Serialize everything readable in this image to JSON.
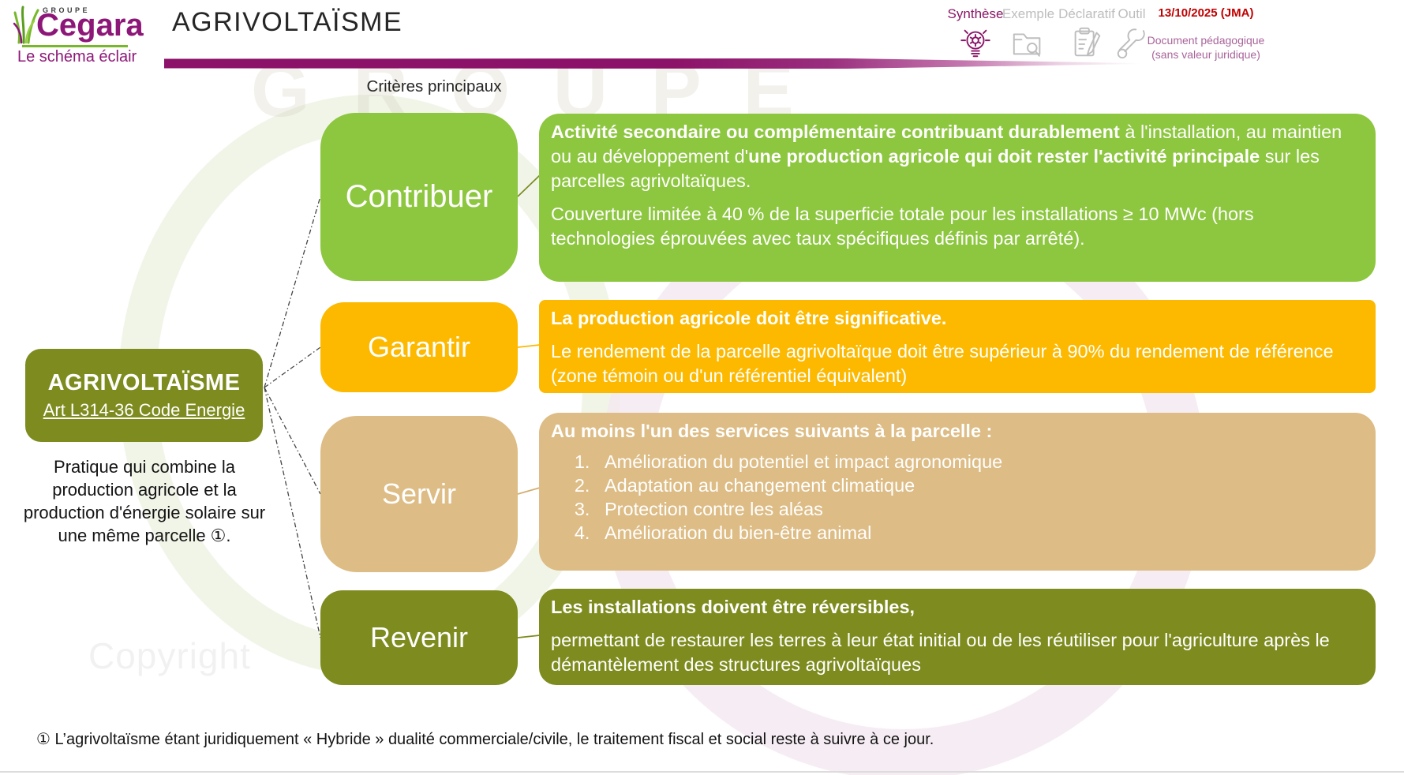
{
  "header": {
    "logo": {
      "group_label": "GROUPE",
      "brand": "Cegara",
      "tagline": "Le schéma éclair"
    },
    "title": "AGRIVOLTAÏSME",
    "nav": [
      {
        "label": "Synthèse",
        "active": true
      },
      {
        "label": "Exemple",
        "active": false
      },
      {
        "label": "Déclaratif",
        "active": false
      },
      {
        "label": "Outil",
        "active": false
      }
    ],
    "date": "13/10/2025 (JMA)",
    "doc_note": [
      "Document pédagogique",
      "(sans valeur juridique)"
    ]
  },
  "diagram": {
    "criteria_label": "Critères principaux",
    "root": {
      "title": "AGRIVOLTAÏSME",
      "subtitle": "Art L314-36 Code Energie",
      "description": "Pratique qui combine la production agricole et la production d'énergie solaire sur une même parcelle ①."
    },
    "criteria": [
      {
        "label": "Contribuer",
        "color": "#8dc63f",
        "connector_color": "#7a8b21",
        "panel": {
          "paragraphs": [
            [
              {
                "t": "Activité secondaire ou complémentaire contribuant durablement",
                "b": true
              },
              {
                "t": " à l'installation, au maintien ou au développement d'",
                "b": false
              },
              {
                "t": "une production agricole qui doit rester l'activité principale",
                "b": true
              },
              {
                "t": " sur les parcelles agrivoltaïques.",
                "b": false
              }
            ],
            [
              {
                "t": "Couverture limitée à 40 % de la superficie totale pour les installations ≥ 10 MWc (hors technologies éprouvées avec taux spécifiques définis par arrêté).",
                "b": false
              }
            ]
          ]
        }
      },
      {
        "label": "Garantir",
        "color": "#fcb900",
        "connector_color": "#fcb900",
        "panel": {
          "paragraphs": [
            [
              {
                "t": "La production agricole doit être significative.",
                "b": true
              }
            ],
            [
              {
                "t": "Le rendement de la parcelle agrivoltaïque doit être supérieur à 90% du rendement de référence (zone témoin ou d'un référentiel équivalent)",
                "b": false
              }
            ]
          ]
        }
      },
      {
        "label": "Servir",
        "color": "#ddbc85",
        "connector_color": "#d2ae72",
        "panel": {
          "paragraphs": [
            [
              {
                "t": "Au moins l'un des services suivants à la parcelle :",
                "b": true
              }
            ]
          ],
          "list": [
            "Amélioration du potentiel et impact agronomique",
            "Adaptation au changement climatique",
            "Protection contre les aléas",
            "Amélioration du bien-être animal"
          ]
        }
      },
      {
        "label": "Revenir",
        "color": "#7e8b1e",
        "connector_color": "#7e8b1e",
        "panel": {
          "paragraphs": [
            [
              {
                "t": "Les installations doivent être réversibles,",
                "b": true
              }
            ],
            [
              {
                "t": "permettant de restaurer les terres à leur état initial ou de les réutiliser pour l'agriculture après le démantèlement des structures agrivoltaïques",
                "b": false
              }
            ]
          ]
        }
      }
    ]
  },
  "footnote": "① L’agrivoltaïsme étant juridiquement « Hybride » dualité commerciale/civile, le traitement fiscal et social reste à suivre à ce jour.",
  "watermarks": {
    "groupe": "G R O U P E",
    "copyright": "Copyright"
  },
  "colors": {
    "brand_purple": "#8d1778",
    "title_bar_purple": "#8e1a6b",
    "logo_green": "#76b82a",
    "date_red": "#c00000",
    "doc_note_purple": "#a8639a",
    "nav_inactive_gray": "#bdbdbd",
    "root_olive": "#7e8b1e"
  }
}
